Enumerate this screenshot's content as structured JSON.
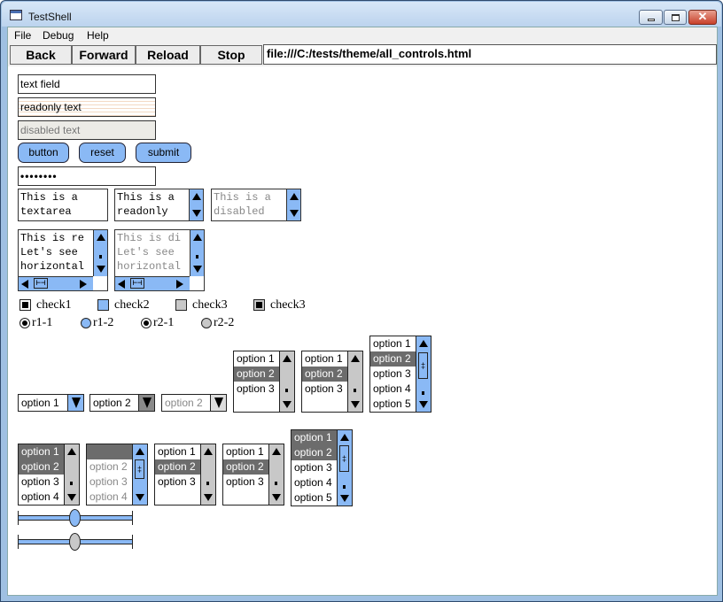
{
  "window": {
    "title": "TestShell"
  },
  "menu": [
    "File",
    "Debug",
    "Help"
  ],
  "toolbar": {
    "back": "Back",
    "forward": "Forward",
    "reload": "Reload",
    "stop": "Stop",
    "url": "file:///C:/tests/theme/all_controls.html"
  },
  "fields": {
    "text": "text field",
    "readonly": "readonly text",
    "disabled": "disabled text",
    "password": "••••••••"
  },
  "buttons": {
    "button": "button",
    "reset": "reset",
    "submit": "submit"
  },
  "textareas": {
    "ta1": [
      "This is a",
      "textarea"
    ],
    "ta2": [
      "This is a",
      "readonly"
    ],
    "ta3": [
      "This is a",
      "disabled"
    ],
    "ta4": [
      "This is re",
      "Let's see",
      "horizontal"
    ],
    "ta5": [
      "This is di",
      "Let's see",
      "horizontal"
    ]
  },
  "checkboxes": [
    "check1",
    "check2",
    "check3",
    "check3"
  ],
  "radios": [
    "r1-1",
    "r1-2",
    "r2-1",
    "r2-2"
  ],
  "dropdowns": [
    "option 1",
    "option 2",
    "option 2"
  ],
  "options": [
    "option 1",
    "option 2",
    "option 3",
    "option 4",
    "option 5"
  ],
  "colors": {
    "accent": "#8ab9f5",
    "selected": "#6c6c6c",
    "disabled": "#ecebe6",
    "readonly_line": "#f3d9c4"
  }
}
